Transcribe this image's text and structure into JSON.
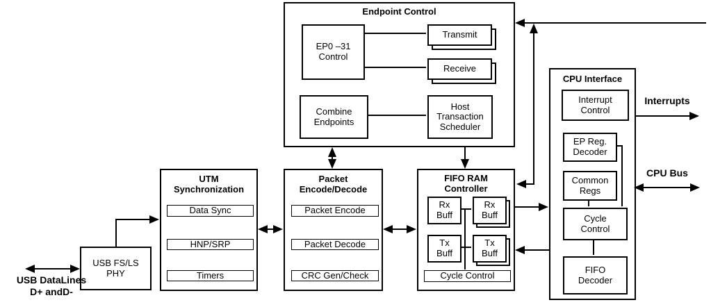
{
  "colors": {
    "line": "#000000",
    "background": "#ffffff",
    "text": "#000000"
  },
  "blocks": {
    "endpoint_control": {
      "title": "Endpoint Control",
      "ep0_control": "EP0 –31\nControl",
      "transmit": "Transmit",
      "receive": "Receive",
      "combine_endpoints": "Combine\nEndpoints",
      "host_transaction_scheduler": "Host\nTransaction\nScheduler"
    },
    "utm_synchronization": {
      "title": "UTM\nSynchronization",
      "data_sync": "Data Sync",
      "hnp_srp": "HNP/SRP",
      "timers": "Timers"
    },
    "packet_encode_decode": {
      "title": "Packet\nEncode/Decode",
      "packet_encode": "Packet Encode",
      "packet_decode": "Packet Decode",
      "crc_gen_check": "CRC Gen/Check"
    },
    "fifo_ram_controller": {
      "title": "FIFO RAM\nController",
      "rx_buff_a": "Rx\nBuff",
      "rx_buff_b": "Rx\nBuff",
      "tx_buff_a": "Tx\nBuff",
      "tx_buff_b": "Tx\nBuff",
      "cycle_control": "Cycle Control"
    },
    "cpu_interface": {
      "title": "CPU Interface",
      "interrupt_control": "Interrupt\nControl",
      "ep_reg_decoder": "EP Reg.\nDecoder",
      "common_regs": "Common\nRegs",
      "cycle_control": "Cycle\nControl",
      "fifo_decoder": "FIFO\nDecoder"
    },
    "usb_phy": {
      "label": "USB FS/LS\nPHY"
    }
  },
  "external_labels": {
    "interrupts": "Interrupts",
    "cpu_bus": "CPU Bus",
    "usb_datalines": "USB DataLines\nD+ andD-"
  }
}
